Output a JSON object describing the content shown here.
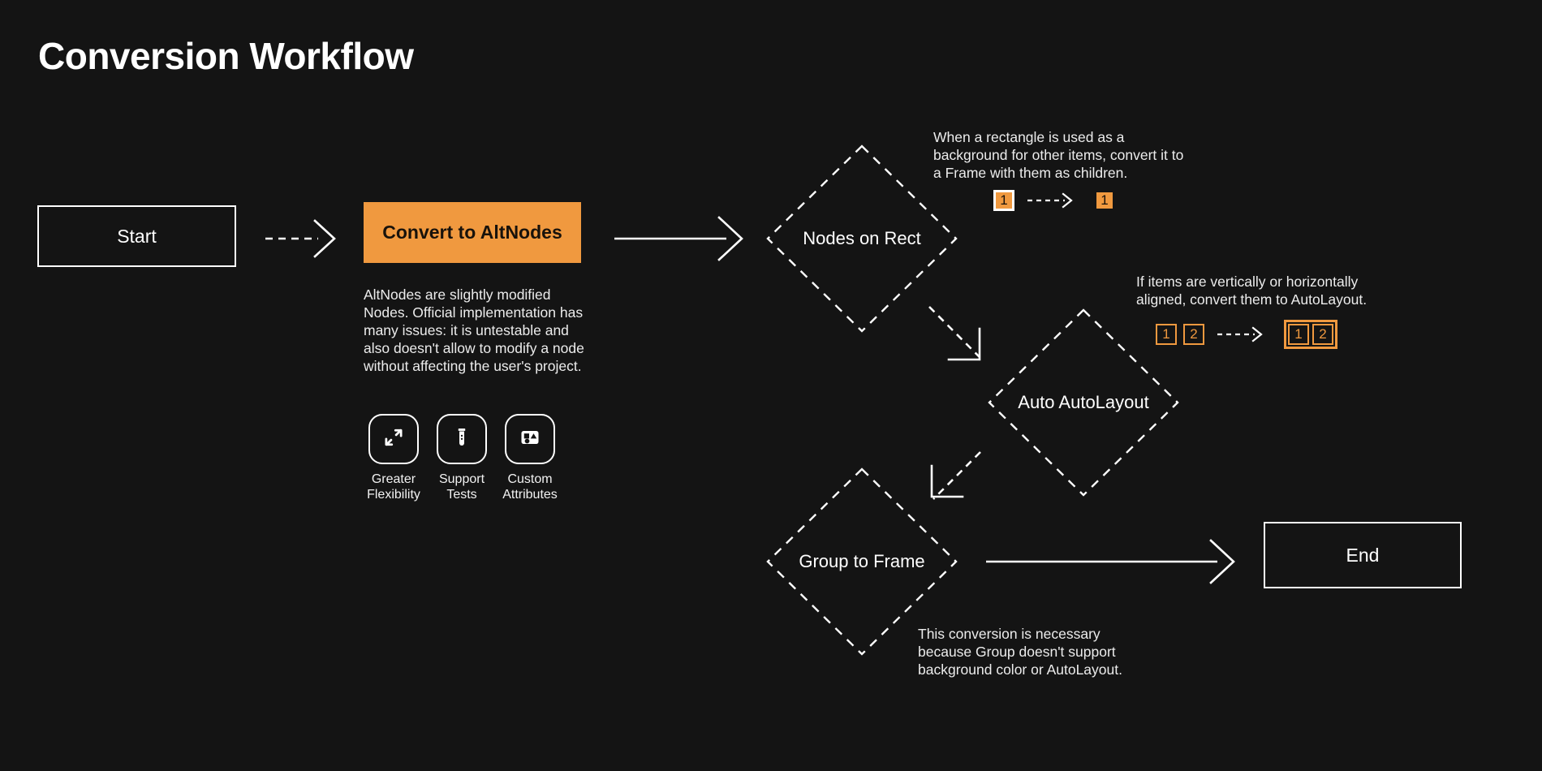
{
  "page": {
    "title": "Conversion Workflow",
    "background_color": "#141414",
    "accent_color": "#F0993F",
    "text_color": "#ffffff"
  },
  "nodes": {
    "start": {
      "label": "Start",
      "shape": "rectangle"
    },
    "convert": {
      "label": "Convert to AltNodes",
      "shape": "rectangle",
      "fill": "#F0993F"
    },
    "nodes_on_rect": {
      "label": "Nodes on Rect",
      "shape": "diamond"
    },
    "auto_autolayout": {
      "label": "Auto AutoLayout",
      "shape": "diamond"
    },
    "group_to_frame": {
      "label": "Group to Frame",
      "shape": "diamond"
    },
    "end": {
      "label": "End",
      "shape": "rectangle"
    }
  },
  "convert_note": "AltNodes are slightly modified Nodes. Official implementation has many issues: it is untestable and also doesn't allow to modify a node without affecting the user's project.",
  "features": [
    {
      "icon": "expand-arrows-icon",
      "label": "Greater\nFlexibility",
      "line1": "Greater",
      "line2": "Flexibility"
    },
    {
      "icon": "test-tube-icon",
      "label": "Support\nTests",
      "line1": "Support",
      "line2": "Tests"
    },
    {
      "icon": "shapes-icon",
      "label": "Custom\nAttributes",
      "line1": "Custom",
      "line2": "Attributes"
    }
  ],
  "annotations": {
    "rect_to_frame": "When a rectangle is used as a background for other items, convert it to a Frame with them as children.",
    "align_to_autolayout": "If items are vertically or horizontally aligned, convert them to AutoLayout.",
    "group_to_frame": "This conversion is necessary because Group doesn't support background color or AutoLayout."
  },
  "badge_demos": {
    "rect_to_frame": {
      "before": [
        "1"
      ],
      "after": [
        "1"
      ]
    },
    "align_to_autolayout": {
      "before": [
        "1",
        "2"
      ],
      "after": [
        "1",
        "2"
      ]
    }
  },
  "edges": [
    {
      "from": "start",
      "to": "convert",
      "style": "dashed"
    },
    {
      "from": "convert",
      "to": "nodes_on_rect",
      "style": "solid"
    },
    {
      "from": "nodes_on_rect",
      "to": "auto_autolayout",
      "style": "dashed-elbow"
    },
    {
      "from": "auto_autolayout",
      "to": "group_to_frame",
      "style": "dashed-elbow"
    },
    {
      "from": "group_to_frame",
      "to": "end",
      "style": "solid"
    }
  ]
}
